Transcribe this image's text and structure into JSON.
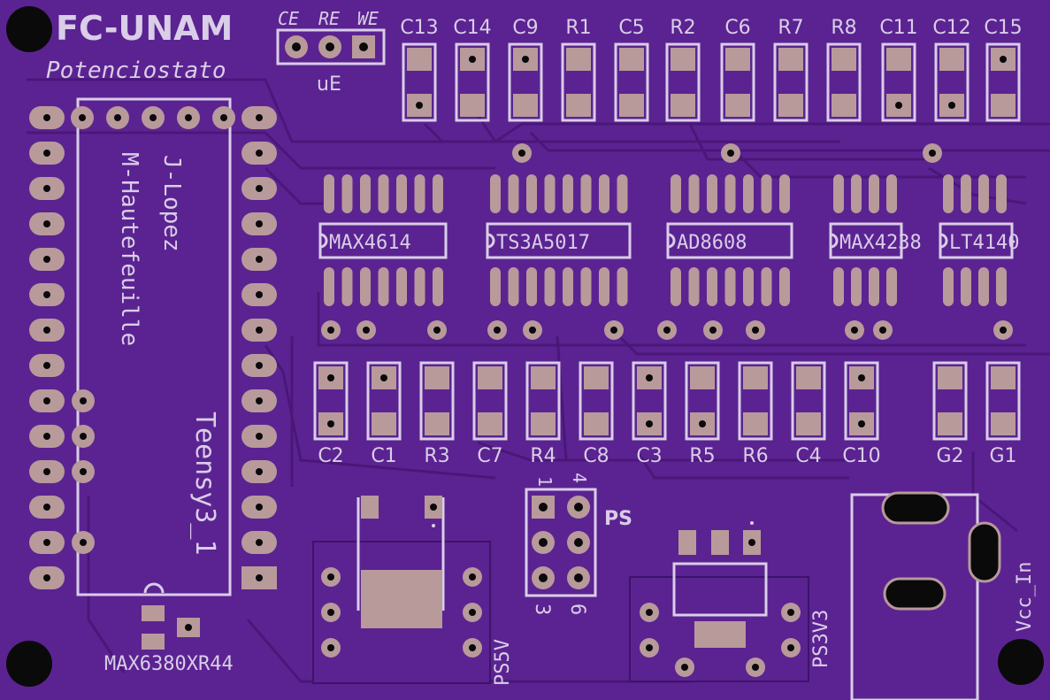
{
  "board": {
    "title": "FC-UNAM",
    "subtitle": "Potenciostato",
    "colors": {
      "board": "#5b2391",
      "trace": "#4d1a80",
      "pad": "#b89a9b",
      "silk": "#d9cde8",
      "hole": "#0a0a0a"
    }
  },
  "connector_ue": {
    "pins": [
      "CE",
      "RE",
      "WE"
    ],
    "label": "uE"
  },
  "top_parts": [
    "C13",
    "C14",
    "C9",
    "R1",
    "C5",
    "R2",
    "C6",
    "R7",
    "R8",
    "C11",
    "C12",
    "C15"
  ],
  "bottom_parts": [
    "C2",
    "C1",
    "R3",
    "C7",
    "R4",
    "C8",
    "C3",
    "R5",
    "R6",
    "C4",
    "C10",
    "G2",
    "G1"
  ],
  "ics": [
    "MAX4614",
    "TS3A5017",
    "AD8608",
    "MAX4238",
    "LT4140"
  ],
  "teensy": {
    "name": "Teensy3_1",
    "authors": [
      "J-Lopez",
      "M-Hautefeuille"
    ]
  },
  "max_ref": "MAX6380XR44",
  "ps_header": {
    "label": "PS",
    "pins_top": [
      "1",
      "4"
    ],
    "pins_bottom": [
      "3",
      "6"
    ]
  },
  "regulators": [
    "PS5V",
    "PS3V3"
  ],
  "power_jack": "Vcc_In"
}
